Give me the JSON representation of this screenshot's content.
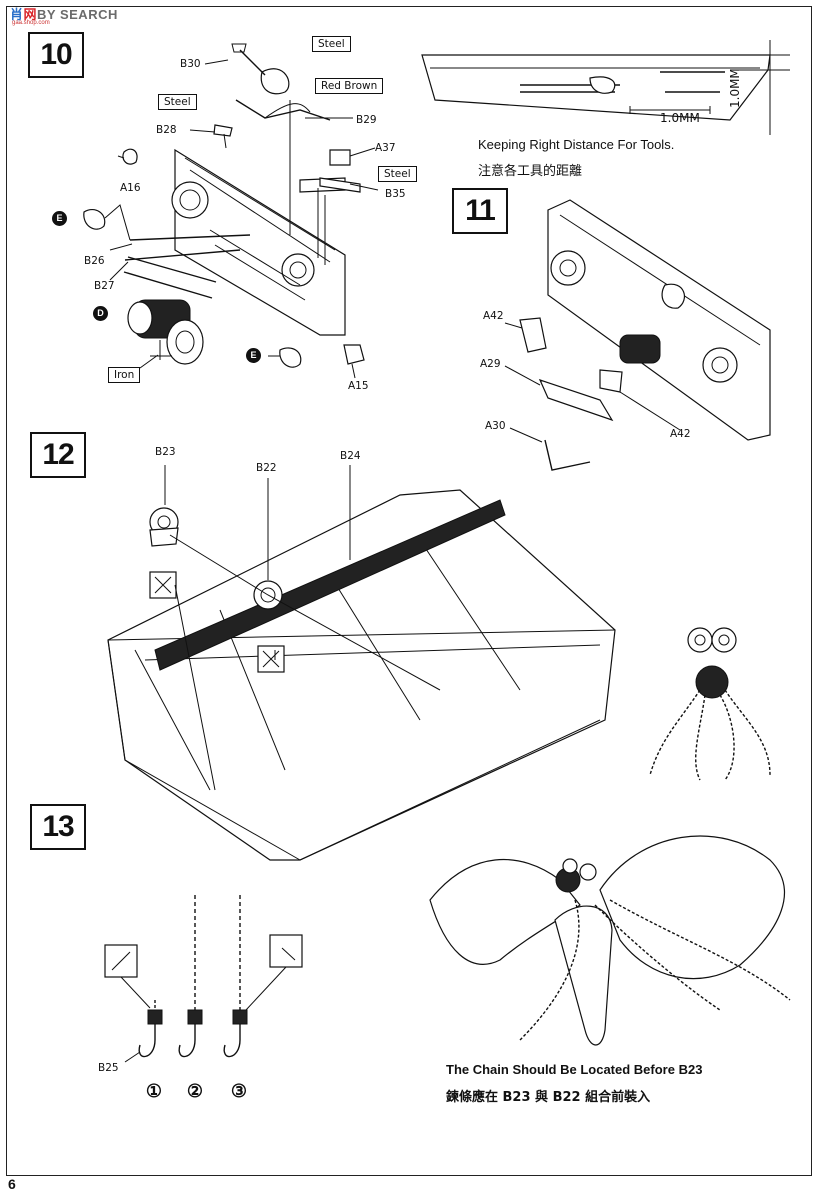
{
  "watermark": {
    "part_a": "肖",
    "part_b": "网",
    "part_c": "BY SEARCH",
    "small": "gaa.shop.com"
  },
  "page_number": "6",
  "steps": {
    "s10": "10",
    "s11": "11",
    "s12": "12",
    "s13": "13"
  },
  "step10": {
    "labels": {
      "b30": "B30",
      "b28": "B28",
      "b29": "B29",
      "a37": "A37",
      "a16": "A16",
      "b35": "B35",
      "b26": "B26",
      "b27": "B27",
      "a15": "A15"
    },
    "materials": {
      "steel1": "Steel",
      "red_brown": "Red Brown",
      "steel2": "Steel",
      "steel3": "Steel",
      "iron": "Iron"
    },
    "markers": {
      "e1": "E",
      "d": "D",
      "e2": "E"
    }
  },
  "tools_note": {
    "dim_h": "1.0MM",
    "dim_v": "1.0MM",
    "text_en": "Keeping Right Distance For Tools.",
    "text_zh": "注意各工具的距離"
  },
  "step11": {
    "labels": {
      "a42_top": "A42",
      "a29": "A29",
      "a42_bottom": "A42",
      "a30": "A30"
    }
  },
  "step12": {
    "labels": {
      "b23": "B23",
      "b22": "B22",
      "b24": "B24"
    }
  },
  "step13": {
    "labels": {
      "b25": "B25"
    },
    "variants": [
      "①",
      "②",
      "③"
    ],
    "chain_note_en": "The Chain Should Be Located Before B23",
    "chain_note_zh": "鍊條應在 B23 與 B22 組合前裝入"
  }
}
